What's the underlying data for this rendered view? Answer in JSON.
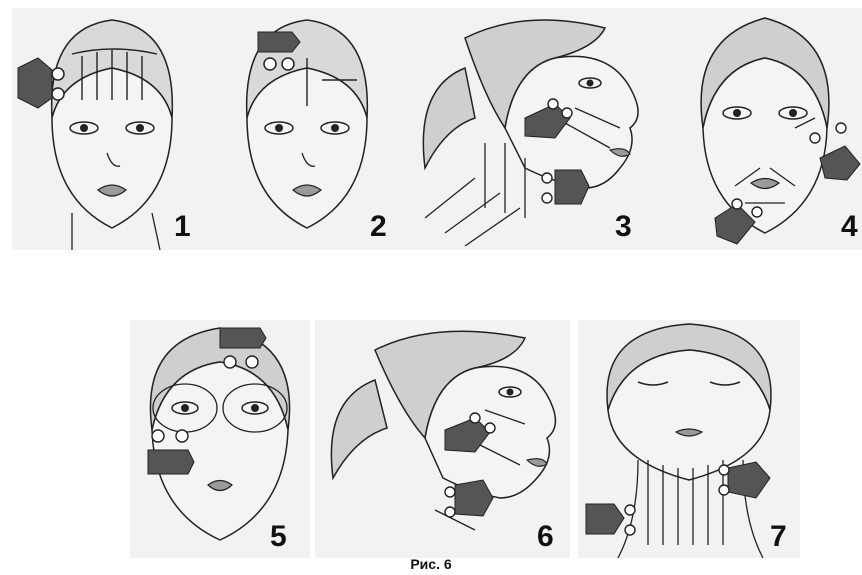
{
  "panels": [
    {
      "number": "1",
      "view": "front",
      "zone": "forehead-vertical"
    },
    {
      "number": "2",
      "view": "front",
      "zone": "forehead-center"
    },
    {
      "number": "3",
      "view": "profile",
      "zone": "neck-lateral"
    },
    {
      "number": "4",
      "view": "front",
      "zone": "cheeks-chin"
    },
    {
      "number": "5",
      "view": "front",
      "zone": "eye-area"
    },
    {
      "number": "6",
      "view": "profile",
      "zone": "jaw-neck"
    },
    {
      "number": "7",
      "view": "front-eyes-closed",
      "zone": "neck-front"
    }
  ],
  "caption": "Рис. 6",
  "colors": {
    "line": "#222222",
    "skin": "#f4f4f4",
    "hair": "#cfcfcf",
    "cap": "#d9d9d9"
  }
}
